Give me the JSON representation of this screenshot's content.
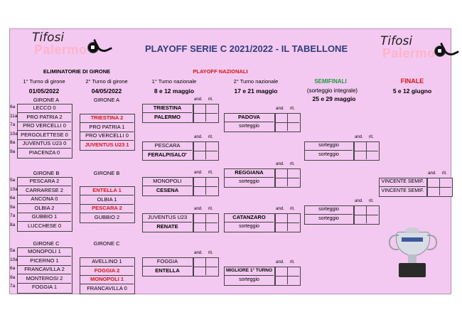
{
  "brand": {
    "line1": "Tifosi",
    "line2": "Palermo"
  },
  "title": "PLAYOFF SERIE C 2021/2022 - IL TABELLONE",
  "headers": {
    "eliminatorie": "ELIMINATORIE DI GIRONE",
    "playoff_nazionali": "PLAYOFF NAZIONALI",
    "turno1_girone": "1° Turno di girone",
    "turno2_girone": "2° Turno di girone",
    "turno1_naz": "1° Turno nazionale",
    "turno2_naz": "2° Turno nazionale",
    "semifinali": "SEMIFINALI",
    "finale": "FINALE",
    "date1": "01/05/2022",
    "date2": "04/05/2022",
    "date3": "8 e 12 maggio",
    "date4": "17 e 21  maggio",
    "semi_note": "(sorteggio integrale)",
    "date5": "25 e 29 maggio",
    "date6": "5 e 12 giugno"
  },
  "ar": {
    "and": "and.",
    "rit": "rit."
  },
  "gironeA": {
    "label1": "GIRONE  A",
    "label2": "GIRONE  A",
    "r1": [
      {
        "code": "6a",
        "team": "LECCO 0"
      },
      {
        "code": "11a",
        "team": "PRO PATRIA  2"
      },
      {
        "code": "7a",
        "team": "PRO VERCELLI  0"
      },
      {
        "code": "10a",
        "team": "PERGOLETTESE 0"
      },
      {
        "code": "8a",
        "team": "JUVENTUS U23 0"
      },
      {
        "code": "9a",
        "team": "PIACENZA 0"
      }
    ],
    "r2": [
      {
        "team": "TRIESTINA  2",
        "red": true
      },
      {
        "team": "PRO PATRIA   1",
        "red": false
      },
      {
        "team": "PRO VERCELLI 0",
        "red": false
      },
      {
        "team": "JUVENTUS U23 1",
        "red": true
      }
    ]
  },
  "gironeB": {
    "label1": "GIRONE  B",
    "label2": "GIRONE  B",
    "r1": [
      {
        "code": "5a",
        "team": "PESCARA 2"
      },
      {
        "code": "10a",
        "team": "CARRARESE 2"
      },
      {
        "code": "6a",
        "team": "ANCONA 0"
      },
      {
        "code": "9a",
        "team": "OLBIA 2"
      },
      {
        "code": "7a",
        "team": "GUBBIO  1"
      },
      {
        "code": "8a",
        "team": "LUCCHESE 0"
      }
    ],
    "r2": [
      {
        "team": "ENTELLA 1",
        "red": true
      },
      {
        "team": "OLBIA  1",
        "red": false
      },
      {
        "team": "PESCARA  2",
        "red": true
      },
      {
        "team": "GUBBIO  2",
        "red": false
      }
    ]
  },
  "gironeC": {
    "label1": "GIRONE  C",
    "label2": "GIRONE  C",
    "r1": [
      {
        "code": "5a",
        "team": "MONOPOLI 1"
      },
      {
        "code": "10a",
        "team": "PICERNO 1"
      },
      {
        "code": "6a",
        "team": "FRANCAVILLA 2"
      },
      {
        "code": "9a",
        "team": "MONTEROSI 2"
      },
      {
        "code": "7a",
        "team": "FOGGIA 1"
      }
    ],
    "r2": [
      {
        "team": "AVELLINO 1",
        "red": false
      },
      {
        "team": "FOGGIA  2",
        "red": true
      },
      {
        "team": "MONOPOLI  1",
        "red": true
      },
      {
        "team": "FRANCAVILLA  0",
        "red": false
      }
    ]
  },
  "naz1": [
    {
      "a": "TRIESTINA",
      "b": "PALERMO",
      "bold": true
    },
    {
      "a": "PESCARA",
      "b": "FERALPISALO'",
      "boldb": true
    },
    {
      "a": "MONOPOLI",
      "b": "CESENA",
      "boldb": true
    },
    {
      "a": "JUVENTUS U23",
      "b": "RENATE",
      "boldb": true
    },
    {
      "a": "FOGGIA",
      "b": "ENTELLA",
      "boldb": true
    }
  ],
  "naz2": [
    {
      "a": "PADOVA",
      "b": "sorteggio"
    },
    {
      "a": "REGGIANA",
      "b": "sorteggio"
    },
    {
      "a": "CATANZARO",
      "b": "sorteggio"
    },
    {
      "a": "MIGLIORE 1° TURNO",
      "b": "sorteggio"
    }
  ],
  "semi": [
    {
      "a": "sorteggio",
      "b": "sorteggio"
    },
    {
      "a": "sorteggio",
      "b": "sorteggio"
    }
  ],
  "finale": {
    "a": "VINCENTE SEMIF.",
    "b": "VINCENTE SEMIF."
  }
}
